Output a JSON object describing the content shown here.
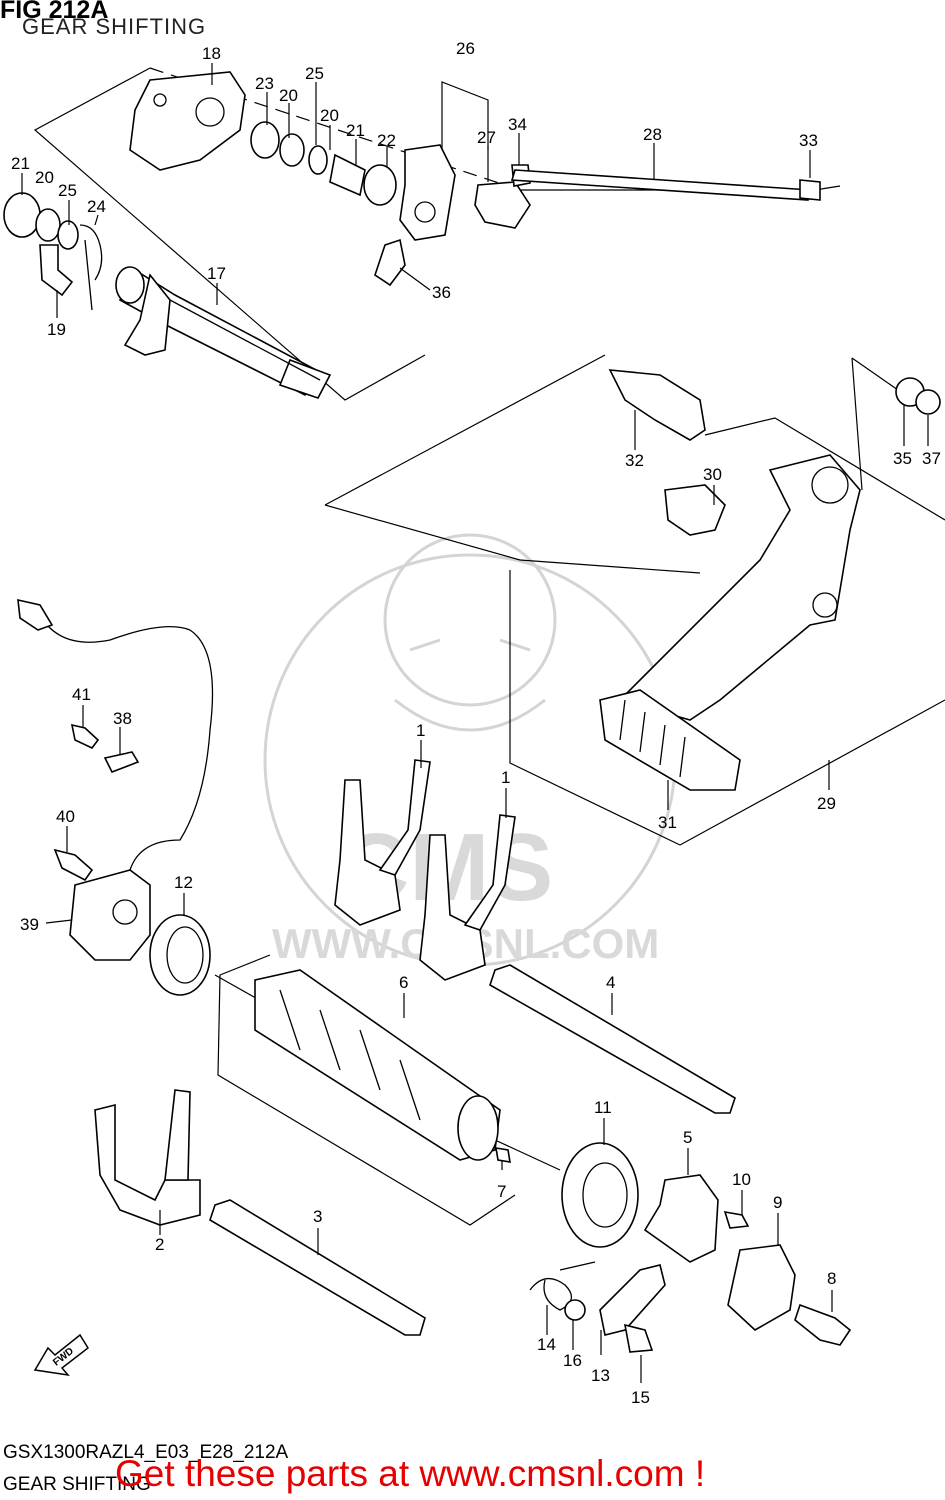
{
  "header": {
    "figure_title": "FIG 212A",
    "figure_subtitle": "GEAR SHIFTING"
  },
  "watermark": {
    "brand": "CMS",
    "url": "WWW.CMSNL.COM"
  },
  "callouts": [
    "1",
    "1",
    "2",
    "3",
    "4",
    "5",
    "6",
    "7",
    "8",
    "9",
    "10",
    "11",
    "12",
    "13",
    "14",
    "15",
    "16",
    "17",
    "18",
    "19",
    "20",
    "20",
    "20",
    "21",
    "21",
    "22",
    "23",
    "24",
    "25",
    "25",
    "26",
    "27",
    "28",
    "29",
    "30",
    "31",
    "32",
    "33",
    "34",
    "35",
    "36",
    "37",
    "38",
    "39",
    "40",
    "41"
  ],
  "fwd_label": "FWD",
  "footer": {
    "model_code": "GSX1300RAZL4_E03_E28_212A",
    "section_name": "GEAR SHIFTING",
    "promo_text": "Get these parts at www.cmsnl.com !"
  }
}
